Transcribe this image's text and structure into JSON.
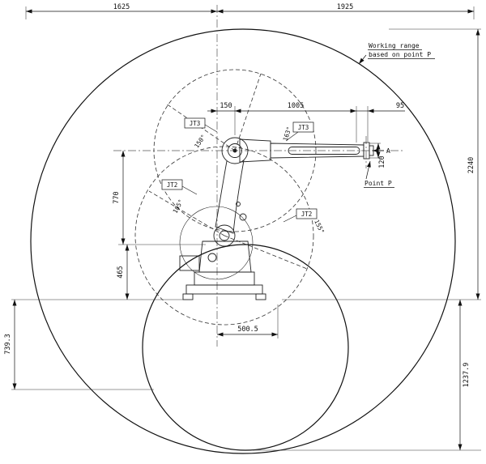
{
  "drawing": {
    "dims": {
      "top_left": "1625",
      "top_right": "1925",
      "right_total": "2240",
      "right_lower": "1237.9",
      "left_lower": "739.3",
      "height_upper": "770",
      "height_lower": "465",
      "arm_offset": "150",
      "arm_reach": "1005",
      "wrist_len": "95",
      "flange": "120",
      "base_radius": "500.5"
    },
    "labels": {
      "working_range_line1": "Working range",
      "working_range_line2": "based on point P",
      "point_p": "Point P",
      "joint3": "JT3",
      "joint2": "JT2",
      "angle_150": "150°",
      "angle_163": "163°",
      "angle_105": "105°",
      "angle_155": "155°",
      "section_a": "A"
    },
    "colors": {
      "line": "#111111",
      "background": "#ffffff"
    }
  }
}
